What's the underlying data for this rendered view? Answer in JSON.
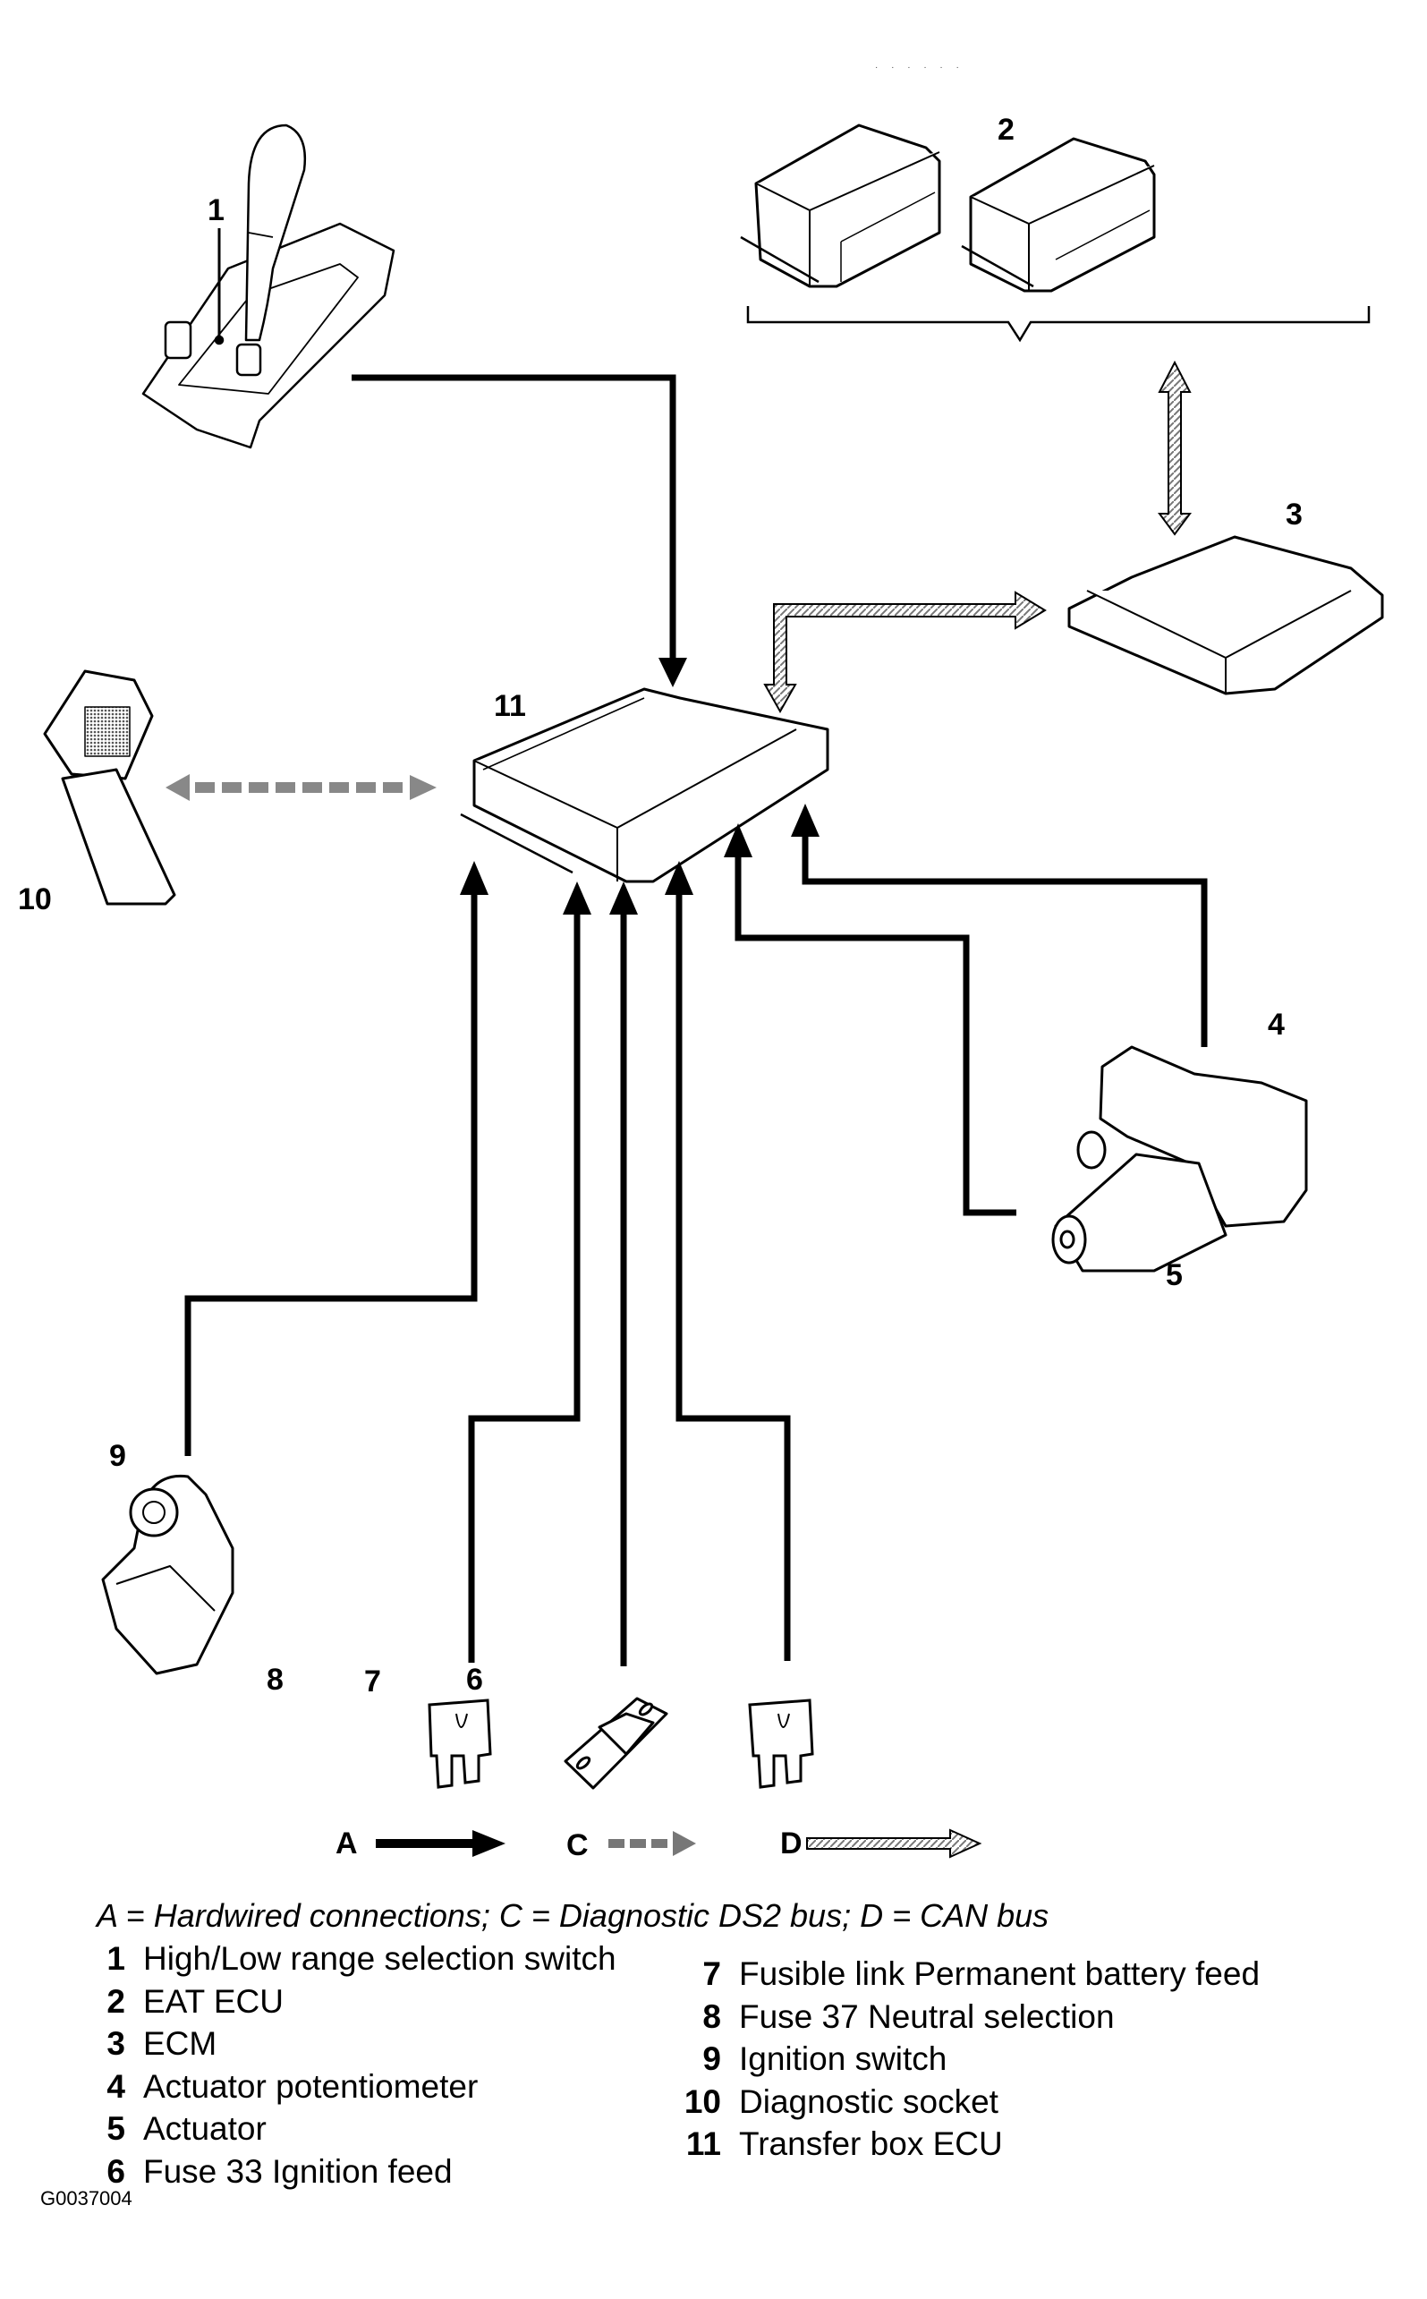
{
  "figure_id": "G0037004",
  "components": [
    {
      "number": "1",
      "name": "High/Low range selection switch"
    },
    {
      "number": "2",
      "name": "EAT ECU"
    },
    {
      "number": "3",
      "name": "ECM"
    },
    {
      "number": "4",
      "name": "Actuator potentiometer"
    },
    {
      "number": "5",
      "name": "Actuator"
    },
    {
      "number": "6",
      "name": "Fuse 33 Ignition feed"
    },
    {
      "number": "7",
      "name": "Fusible link Permanent battery feed"
    },
    {
      "number": "8",
      "name": "Fuse 37 Neutral selection"
    },
    {
      "number": "9",
      "name": "Ignition switch"
    },
    {
      "number": "10",
      "name": "Diagnostic socket"
    },
    {
      "number": "11",
      "name": "Transfer box ECU"
    }
  ],
  "connection_key": [
    {
      "letter": "A",
      "meaning": "Hardwired connections",
      "style": "solid"
    },
    {
      "letter": "C",
      "meaning": "Diagnostic DS2 bus",
      "style": "dashed"
    },
    {
      "letter": "D",
      "meaning": "CAN bus",
      "style": "hatched"
    }
  ],
  "caption": "A = Hardwired connections; C = Diagnostic DS2 bus; D = CAN bus",
  "connections": [
    {
      "from": "1",
      "to": "11",
      "type": "A"
    },
    {
      "from": "2",
      "to": "3",
      "type": "D",
      "bidirectional": true
    },
    {
      "from": "11",
      "to": "3",
      "type": "D"
    },
    {
      "from": "3",
      "to": "11",
      "type": "D"
    },
    {
      "from": "10",
      "to": "11",
      "type": "C",
      "bidirectional": true
    },
    {
      "from": "9",
      "to": "11",
      "type": "A"
    },
    {
      "from": "8",
      "to": "11",
      "type": "A"
    },
    {
      "from": "7",
      "to": "11",
      "type": "A"
    },
    {
      "from": "6",
      "to": "11",
      "type": "A"
    },
    {
      "from": "5",
      "to": "11",
      "type": "A"
    },
    {
      "from": "4",
      "to": "11",
      "type": "A"
    }
  ],
  "colors": {
    "line": "#000000",
    "bus_fill": "#9a9a9a",
    "background": "#ffffff"
  }
}
